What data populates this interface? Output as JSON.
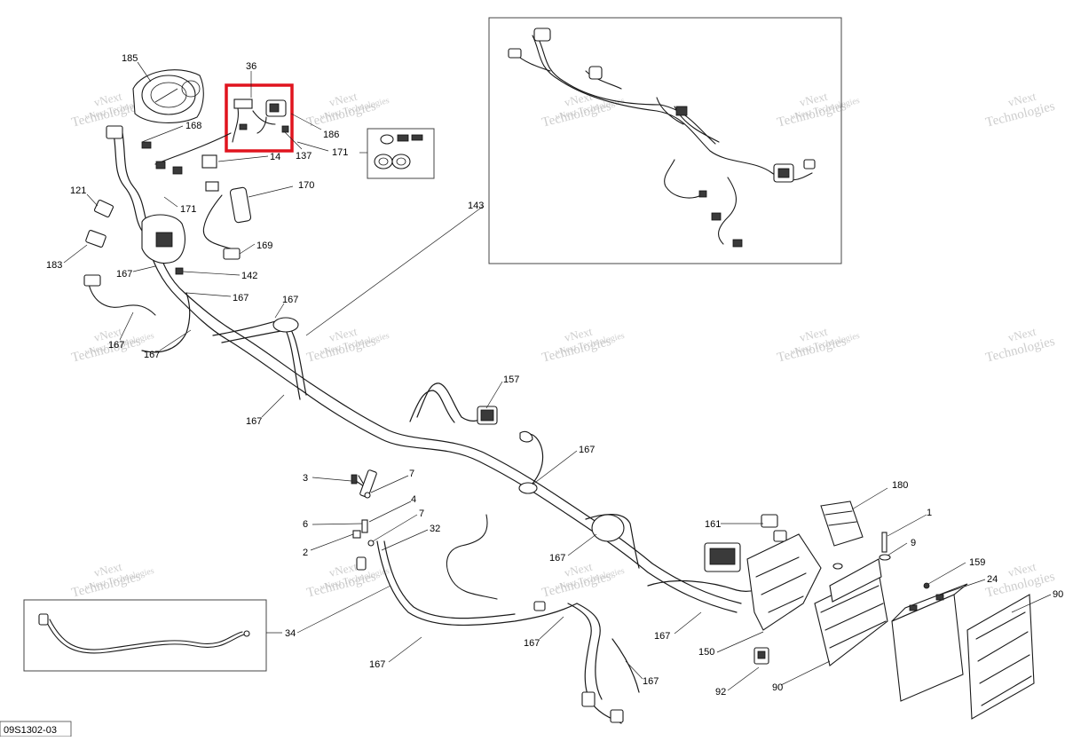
{
  "diagram_code": "09S1302-03",
  "watermark": {
    "line1": "vNext",
    "line2": "Technologies",
    "line3": "vNext Technologies"
  },
  "callouts": [
    {
      "id": "c185",
      "text": "185"
    },
    {
      "id": "c36",
      "text": "36"
    },
    {
      "id": "c168",
      "text": "168"
    },
    {
      "id": "c186",
      "text": "186"
    },
    {
      "id": "c137",
      "text": "137"
    },
    {
      "id": "c14",
      "text": "14"
    },
    {
      "id": "c171a",
      "text": "171"
    },
    {
      "id": "c170",
      "text": "170"
    },
    {
      "id": "c121",
      "text": "121"
    },
    {
      "id": "c171b",
      "text": "171"
    },
    {
      "id": "c169",
      "text": "169"
    },
    {
      "id": "c183",
      "text": "183"
    },
    {
      "id": "c167a",
      "text": "167"
    },
    {
      "id": "c142",
      "text": "142"
    },
    {
      "id": "c167b",
      "text": "167"
    },
    {
      "id": "c167c",
      "text": "167"
    },
    {
      "id": "c167d",
      "text": "167"
    },
    {
      "id": "c167e",
      "text": "167"
    },
    {
      "id": "c167f",
      "text": "167"
    },
    {
      "id": "c143",
      "text": "143"
    },
    {
      "id": "c157",
      "text": "157"
    },
    {
      "id": "c167g",
      "text": "167"
    },
    {
      "id": "c3",
      "text": "3"
    },
    {
      "id": "c7a",
      "text": "7"
    },
    {
      "id": "c4",
      "text": "4"
    },
    {
      "id": "c6",
      "text": "6"
    },
    {
      "id": "c7b",
      "text": "7"
    },
    {
      "id": "c2",
      "text": "2"
    },
    {
      "id": "c32",
      "text": "32"
    },
    {
      "id": "c180",
      "text": "180"
    },
    {
      "id": "c161",
      "text": "161"
    },
    {
      "id": "c1",
      "text": "1"
    },
    {
      "id": "c9",
      "text": "9"
    },
    {
      "id": "c159",
      "text": "159"
    },
    {
      "id": "c24",
      "text": "24"
    },
    {
      "id": "c90a",
      "text": "90"
    },
    {
      "id": "c167h",
      "text": "167"
    },
    {
      "id": "c167i",
      "text": "167"
    },
    {
      "id": "c167j",
      "text": "167"
    },
    {
      "id": "c167k",
      "text": "167"
    },
    {
      "id": "c167l",
      "text": "167"
    },
    {
      "id": "c150",
      "text": "150"
    },
    {
      "id": "c34",
      "text": "34"
    },
    {
      "id": "c92",
      "text": "92"
    },
    {
      "id": "c90b",
      "text": "90"
    }
  ],
  "colors": {
    "line": "#1a1a1a",
    "highlight": "#e0141e",
    "watermark": "#bdbdbd"
  }
}
